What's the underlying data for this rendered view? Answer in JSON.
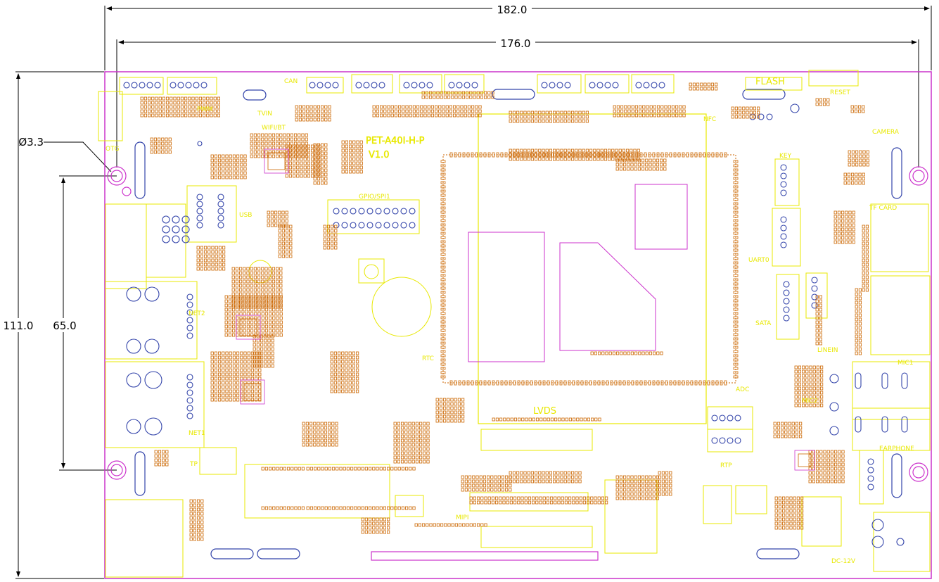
{
  "dimensions": {
    "overall_width": "182.0",
    "hole_span_x": "176.0",
    "hole_diameter": "Ø3.3",
    "overall_height": "111.0",
    "hole_span_y": "65.0"
  },
  "board": {
    "name": "PET-A40I-H-P",
    "version": "V1.0"
  },
  "silkscreen": {
    "otg": "OTG",
    "pwm": "PWM",
    "can": "CAN",
    "tvin": "TVIN",
    "wifi_bt": "WIFI/BT",
    "gpio": "GPIO/SPI1",
    "usb": "USB",
    "net2": "NET2",
    "net1": "NET1",
    "flash": "FLASH",
    "reset": "RESET",
    "camera": "CAMERA",
    "nfc": "NFC",
    "key": "KEY",
    "tf_card": "TF CARD",
    "uart0": "UART0",
    "sata": "SATA",
    "line_in": "LINEIN",
    "mic1": "MIC1",
    "mic2": "MIC2",
    "adc": "ADC",
    "lvds": "LVDS",
    "rtc": "RTC",
    "tp": "TP",
    "mipi": "MIPI",
    "earphone": "EARPHONE",
    "dc": "DC-12V",
    "rtp": "RTP"
  },
  "colors": {
    "board_outline": "#cc33cc",
    "silkscreen": "#e8e800",
    "pads": "#cc6600",
    "holes": "#3344aa",
    "dimension": "#000000"
  }
}
